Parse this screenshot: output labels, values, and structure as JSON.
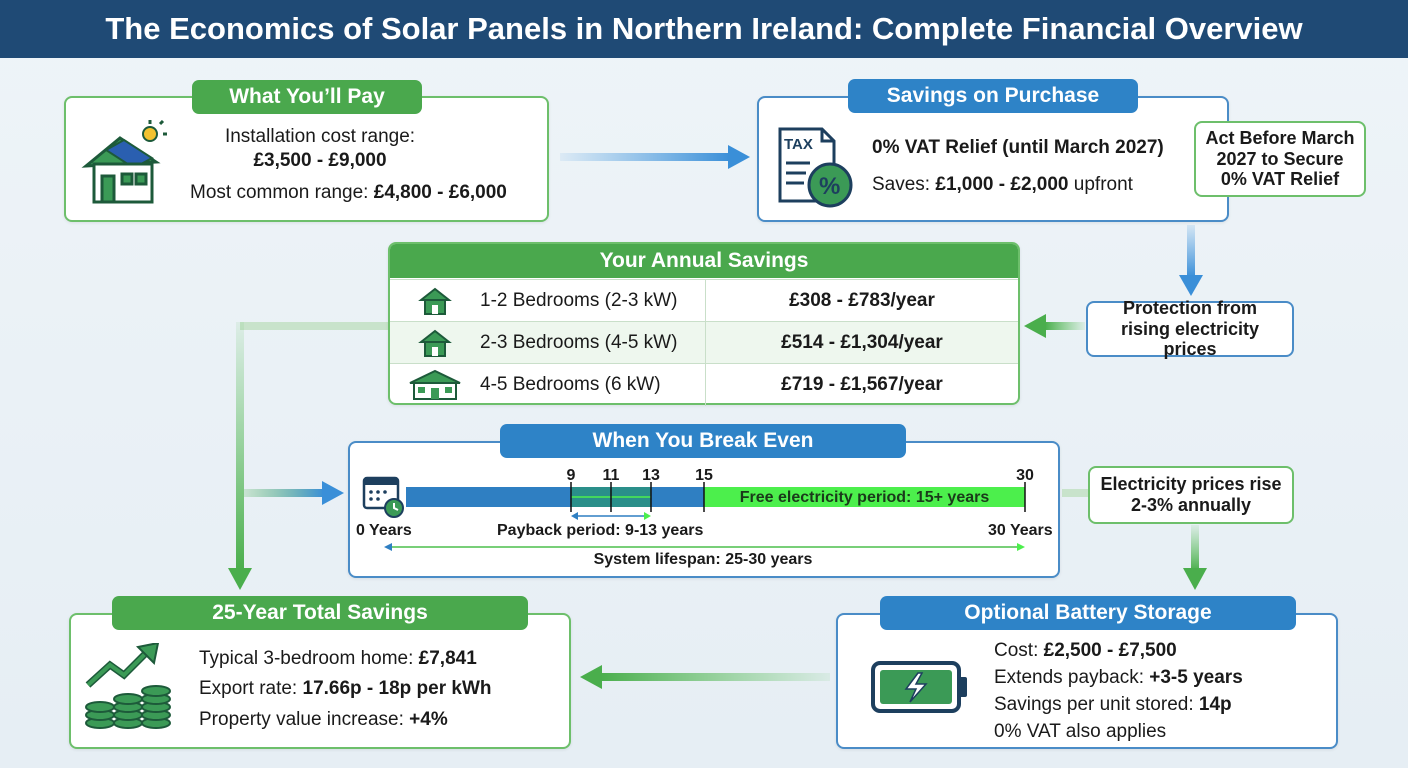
{
  "title": "The Economics of Solar Panels in Northern Ireland: Complete Financial Overview",
  "pay": {
    "heading": "What You’ll Pay",
    "line1": "Installation cost range:",
    "line2": "£3,500 - £9,000",
    "line3_label": "Most common range: ",
    "line3_value": "£4,800 - £6,000",
    "icon": "house-solar-icon"
  },
  "purchase": {
    "heading": "Savings on Purchase",
    "vat": "0% VAT Relief (until March 2027)",
    "saves_label": "Saves: ",
    "saves_value": "£1,000 - £2,000",
    "saves_suffix": " upfront",
    "tax_label": "TAX",
    "icon": "tax-document-icon"
  },
  "act_note": "Act Before March 2027 to Secure 0% VAT Relief",
  "annual": {
    "heading": "Your Annual Savings",
    "rows": [
      {
        "label": "1-2 Bedrooms (2-3 kW)",
        "value": "£308 - £783/year"
      },
      {
        "label": "2-3 Bedrooms (4-5 kW)",
        "value": "£514 - £1,304/year"
      },
      {
        "label": "4-5 Bedrooms (6 kW)",
        "value": "£719 - £1,567/year"
      }
    ]
  },
  "protection_note": "Protection from rising electricity prices",
  "breakeven": {
    "heading": "When You Break Even",
    "ticks": [
      "9",
      "11",
      "13",
      "15",
      "30"
    ],
    "free_label": "Free electricity period: 15+ years",
    "start_label": "0 Years",
    "end_label": "30 Years",
    "payback_label": "Payback period: 9-13 years",
    "lifespan_label": "System lifespan: 25-30 years"
  },
  "rise_note": "Electricity prices rise 2-3% annually",
  "total": {
    "heading": "25-Year Total Savings",
    "line1_label": "Typical 3-bedroom home: ",
    "line1_value": "£7,841",
    "line2_label": "Export rate: ",
    "line2_value": "17.66p - 18p per kWh",
    "line3_label": "Property value increase: ",
    "line3_value": "+4%"
  },
  "battery": {
    "heading": "Optional Battery Storage",
    "cost_label": "Cost: ",
    "cost_value": "£2,500 - £7,500",
    "extends_label": "Extends payback: ",
    "extends_value": "+3-5 years",
    "per_unit_label": "Savings per unit stored: ",
    "per_unit_value": "14p",
    "vat_note": "0% VAT also applies"
  },
  "colors": {
    "green": "#4aa84d",
    "blue": "#2e83c7",
    "navy": "#1f4a75",
    "bright_green": "#4cef4c"
  }
}
